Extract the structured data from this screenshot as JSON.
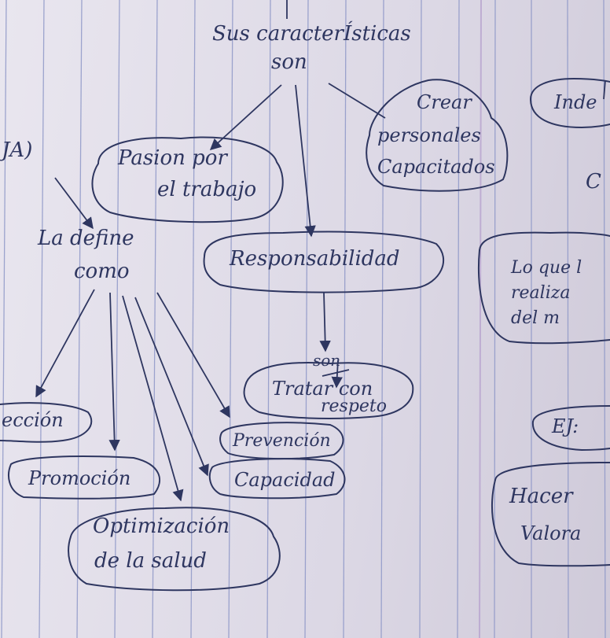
{
  "texts": {
    "header_line1": "Sus caracterÍsticas",
    "header_line2": "son",
    "crear_line1": "Crear",
    "crear_line2": "personales",
    "crear_line3": "Capacitados",
    "inde": "Inde",
    "c": "C",
    "pasion_line1": "Pasion por",
    "pasion_line2": "el trabajo",
    "ja": "JA)",
    "define_line1": "La define",
    "define_line2": "como",
    "responsabilidad": "Responsabilidad",
    "lo_que_line1": "Lo que l",
    "lo_que_line2": "realiza",
    "lo_que_line3": "del m",
    "son2": "son",
    "tratar_line1": "Tratar con",
    "tratar_line2": "respeto",
    "eccion": "ección",
    "ej": "EJ:",
    "prevencion": "Prevención",
    "promocion": "Promoción",
    "capacidad": "Capacidad",
    "hacer": "Hacer",
    "valora": "Valora",
    "optimizacion_line1": "Optimización",
    "optimizacion_line2": "de la salud"
  },
  "colors": {
    "ink": "#2e3660",
    "rule": "#8f98c8",
    "margin": "#b8a4cf"
  }
}
